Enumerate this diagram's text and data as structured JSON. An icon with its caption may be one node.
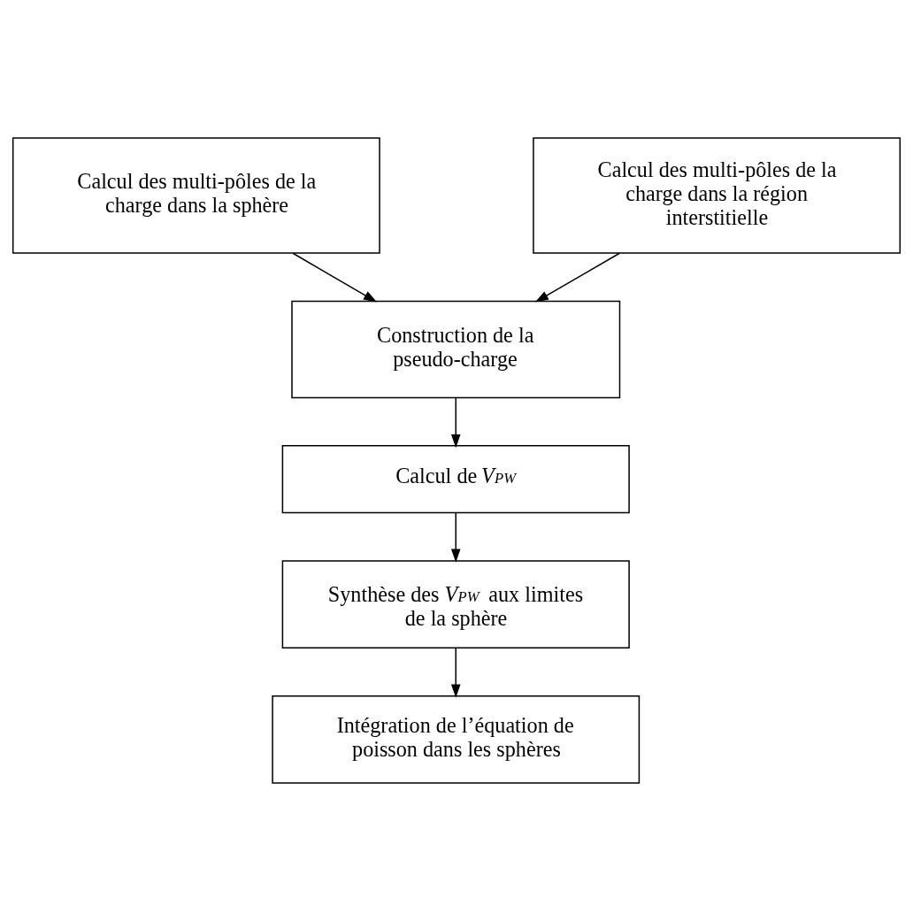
{
  "diagram": {
    "nodes": [
      {
        "text": [
          "Calcul des multi-pôles de la charge dans la sphère"
        ]
      },
      {
        "text": [
          "Calcul des multi-pôles de la charge dans la région interstitielle"
        ]
      },
      {
        "text": [
          "Construction de la pseudo-charge"
        ]
      },
      {
        "text": [
          "Calcul de *V*$_{PW}$"
        ]
      },
      {
        "text": [
          "Synthèse des *V*$_{PW}$ aux limites de la sphère"
        ]
      },
      {
        "text": [
          "Intégration de l’équation de poisson dans les sphères"
        ]
      }
    ],
    "edges": [
      {
        "from": 0,
        "to": 2,
        "arrow": "to"
      },
      {
        "from": 1,
        "to": 2,
        "arrow": "to"
      },
      {
        "from": 2,
        "to": 3,
        "arrow": "to"
      },
      {
        "from": 3,
        "to": 4,
        "arrow": "to"
      },
      {
        "from": 4,
        "to": 5,
        "arrow": "to"
      }
    ]
  }
}
